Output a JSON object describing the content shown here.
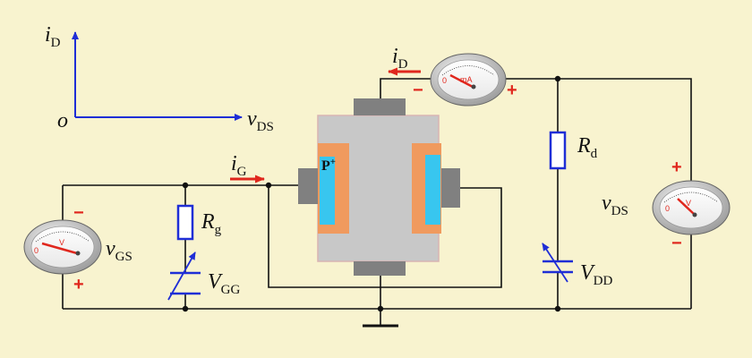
{
  "colors": {
    "background": "#f8f3cf",
    "wire": "#111111",
    "axis": "#1f2ed6",
    "current_arrow": "#e0271d",
    "resistor": "#1f2ed6",
    "device_body": "#c8c8c8",
    "p_region": "#f09a5e",
    "channel": "#38c6ef",
    "contact": "#808080",
    "plus_minus": "#e0271d"
  },
  "axis": {
    "y_symbol": "i",
    "y_sub": "D",
    "x_symbol": "v",
    "x_sub": "DS",
    "origin": "o"
  },
  "device": {
    "p_label": "P",
    "p_sup": "+"
  },
  "currents": {
    "drain": {
      "symbol": "i",
      "sub": "D"
    },
    "gate": {
      "symbol": "i",
      "sub": "G"
    }
  },
  "resistors": {
    "rd": {
      "symbol": "R",
      "sub": "d"
    },
    "rg": {
      "symbol": "R",
      "sub": "g"
    }
  },
  "sources": {
    "vdd": {
      "symbol": "V",
      "sub": "DD"
    },
    "vgg": {
      "symbol": "V",
      "sub": "GG"
    }
  },
  "meters": {
    "ammeter": {
      "unit": "mA",
      "zero": "0",
      "minus": "−",
      "plus": "+"
    },
    "vgs_meter": {
      "unit": "V",
      "zero": "0",
      "minus": "−",
      "plus": "+",
      "symbol": "v",
      "sub": "GS"
    },
    "vds_meter": {
      "unit": "V",
      "zero": "0",
      "minus": "−",
      "plus": "+",
      "symbol": "v",
      "sub": "DS"
    }
  }
}
